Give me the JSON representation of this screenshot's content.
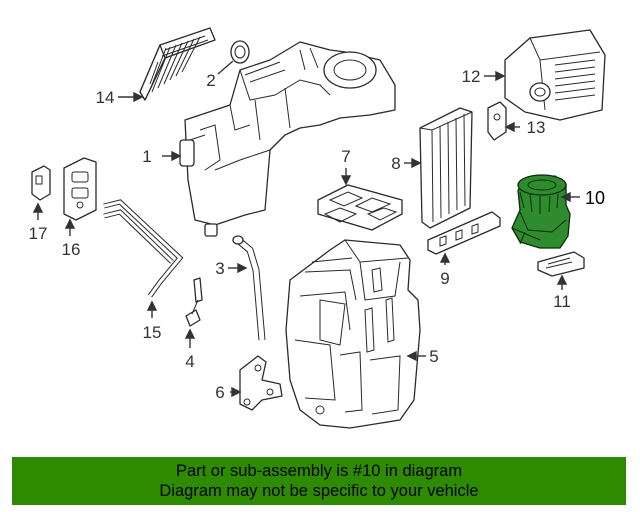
{
  "callouts": [
    {
      "id": "1",
      "label": "1"
    },
    {
      "id": "2",
      "label": "2"
    },
    {
      "id": "3",
      "label": "3"
    },
    {
      "id": "4",
      "label": "4"
    },
    {
      "id": "5",
      "label": "5"
    },
    {
      "id": "6",
      "label": "6"
    },
    {
      "id": "7",
      "label": "7"
    },
    {
      "id": "8",
      "label": "8"
    },
    {
      "id": "9",
      "label": "9"
    },
    {
      "id": "10",
      "label": "10"
    },
    {
      "id": "11",
      "label": "11"
    },
    {
      "id": "12",
      "label": "12"
    },
    {
      "id": "13",
      "label": "13"
    },
    {
      "id": "14",
      "label": "14"
    },
    {
      "id": "15",
      "label": "15"
    },
    {
      "id": "16",
      "label": "16"
    },
    {
      "id": "17",
      "label": "17"
    }
  ],
  "highlighted_part": "10",
  "colors": {
    "highlight_part": "#2e8b2e",
    "banner_background": "#2e8b00",
    "banner_text": "#000000",
    "line_art": "#2a2a2a"
  },
  "banner": {
    "line1": "Part or sub-assembly is #10 in diagram",
    "line2": "Diagram may not be specific to your vehicle"
  }
}
